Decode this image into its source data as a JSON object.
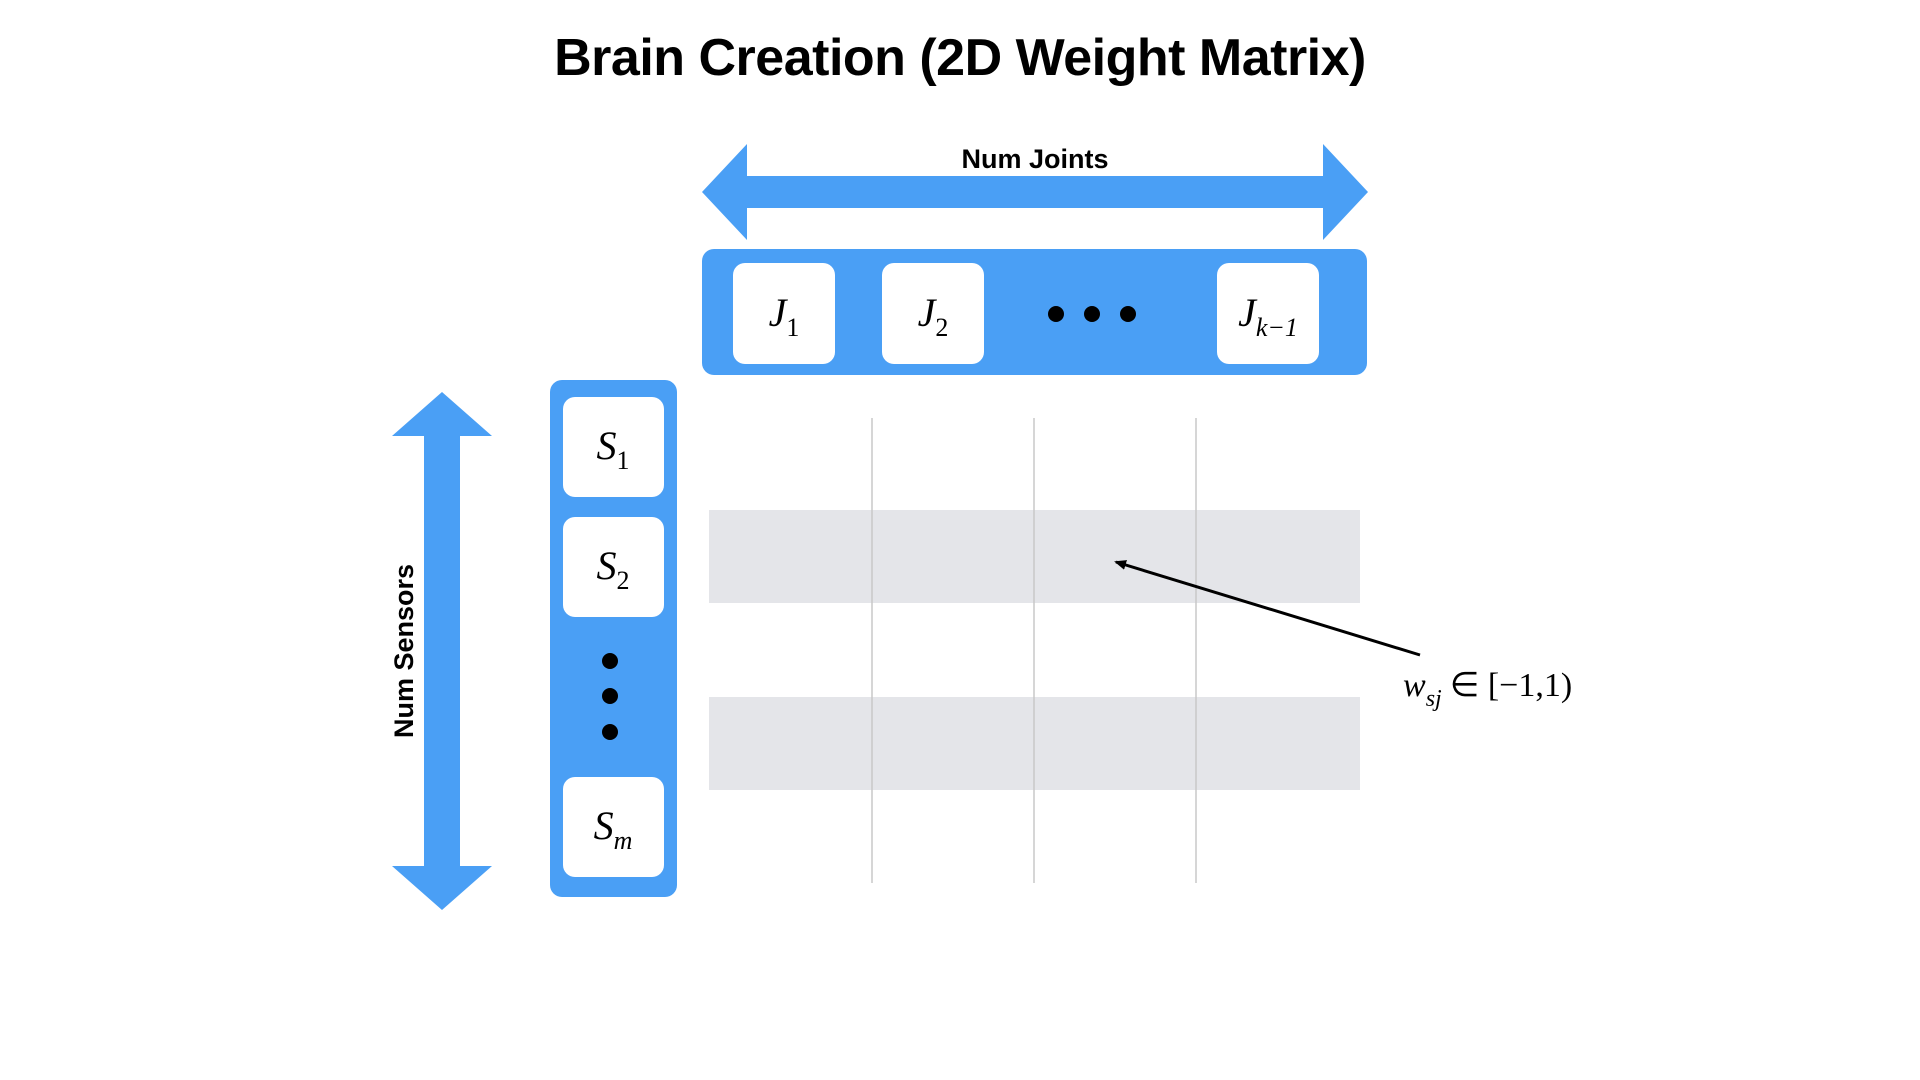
{
  "title": "Brain Creation (2D Weight Matrix)",
  "colors": {
    "accent": "#4a9ff5",
    "row_highlight": "#e4e5e9",
    "grid_line": "#c8c8c8",
    "text": "#000000",
    "box_fill": "#ffffff"
  },
  "joints_axis": {
    "label": "Num Joints"
  },
  "sensors_axis": {
    "label": "Num Sensors"
  },
  "joints": [
    {
      "base": "J",
      "sub": "1"
    },
    {
      "base": "J",
      "sub": "2"
    },
    {
      "base": "J",
      "sub": "k−1"
    }
  ],
  "sensors": [
    {
      "base": "S",
      "sub": "1"
    },
    {
      "base": "S",
      "sub": "2"
    },
    {
      "base": "S",
      "sub": "m"
    }
  ],
  "weight_annotation": {
    "symbol": "w",
    "subscript": "sj",
    "range": "∈ [−1,1)"
  }
}
